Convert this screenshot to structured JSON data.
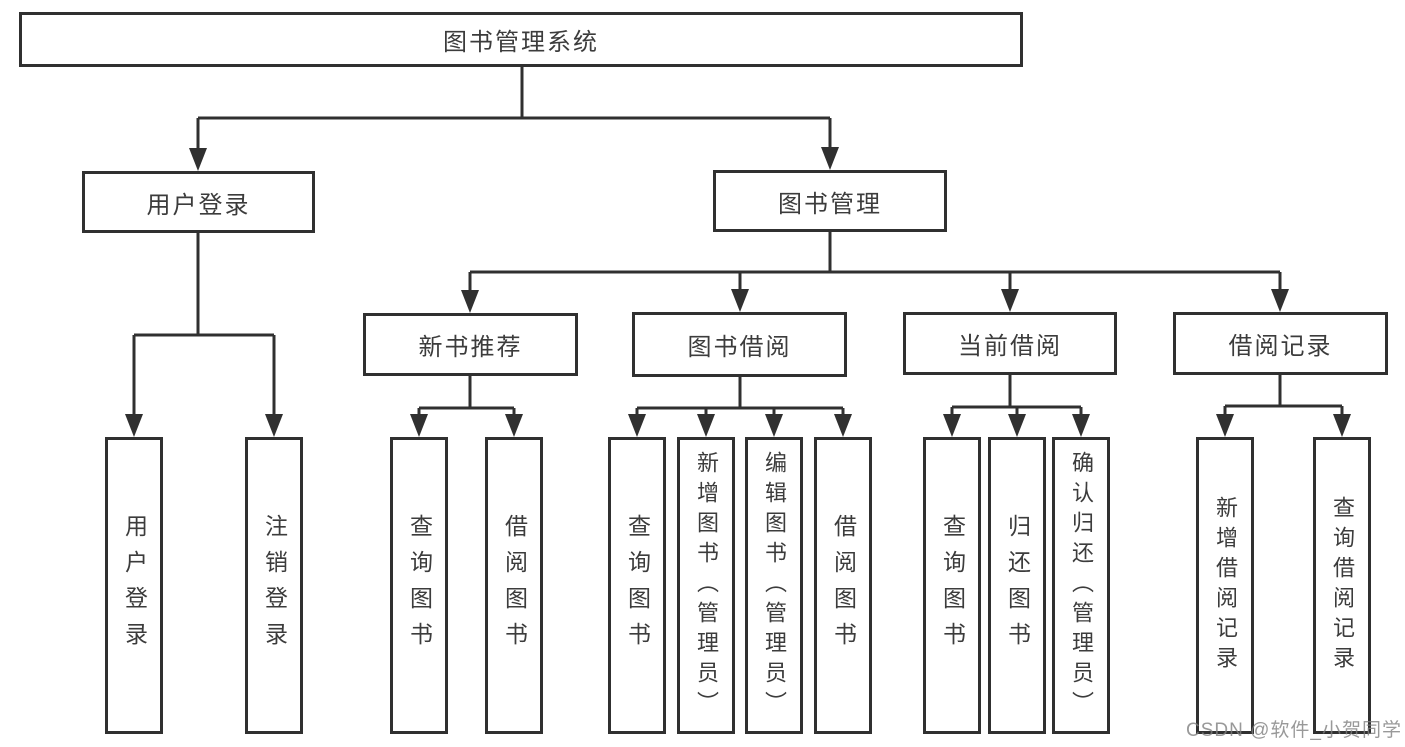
{
  "colors": {
    "line": "#303030",
    "box_border": "#303030",
    "box_fill": "#ffffff",
    "text": "#3c3c3c",
    "watermark": "#808080",
    "background": "#ffffff"
  },
  "watermark": {
    "text": "CSDN @软件_小贺同学"
  },
  "tree": {
    "label": "图书管理系统",
    "children": [
      {
        "label": "用户登录",
        "children": [
          {
            "label": "用户登录"
          },
          {
            "label": "注销登录"
          }
        ]
      },
      {
        "label": "图书管理",
        "children": [
          {
            "label": "新书推荐",
            "children": [
              {
                "label": "查询图书"
              },
              {
                "label": "借阅图书"
              }
            ]
          },
          {
            "label": "图书借阅",
            "children": [
              {
                "label": "查询图书"
              },
              {
                "label": "新增图书（管理员）"
              },
              {
                "label": "编辑图书（管理员）"
              },
              {
                "label": "借阅图书"
              }
            ]
          },
          {
            "label": "当前借阅",
            "children": [
              {
                "label": "查询图书"
              },
              {
                "label": "归还图书"
              },
              {
                "label": "确认归还（管理员）"
              }
            ]
          },
          {
            "label": "借阅记录",
            "children": [
              {
                "label": "新增借阅记录"
              },
              {
                "label": "查询借阅记录"
              }
            ]
          }
        ]
      }
    ]
  }
}
